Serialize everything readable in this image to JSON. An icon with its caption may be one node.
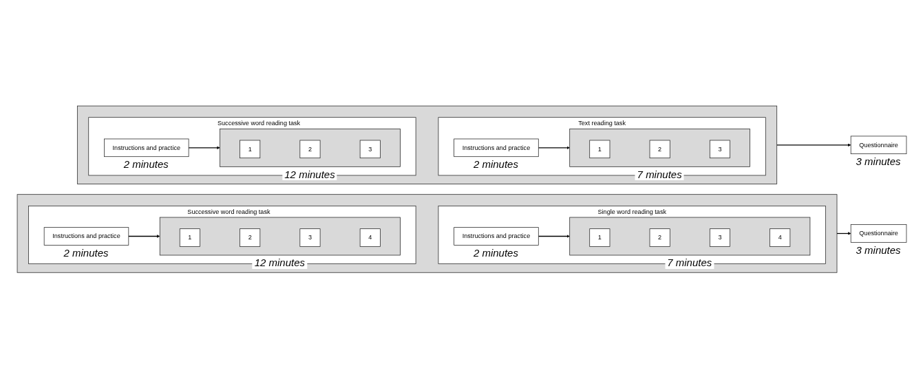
{
  "diagram": {
    "nodes": [
      {
        "text": [],
        "shape": "box"
      },
      {
        "text": [
          "Successive word reading task"
        ],
        "in": 0
      },
      {
        "text": [
          "Instructions and practice"
        ],
        "in": 1,
        "beside": [
          "2 minutes"
        ]
      },
      {
        "text": [],
        "shape": "box",
        "in": 1,
        "beside": [
          "12 minutes"
        ]
      },
      {
        "text": [
          "1"
        ],
        "in": 3
      },
      {
        "text": [
          "2"
        ],
        "in": 3
      },
      {
        "text": [
          "3"
        ],
        "in": 3
      },
      {
        "text": [
          "4"
        ],
        "in": 3
      },
      {
        "text": [
          "Single word reading task"
        ],
        "in": 0
      },
      {
        "text": [
          "Instructions and practice"
        ],
        "in": 8,
        "beside": [
          "2 minutes"
        ]
      },
      {
        "text": [],
        "shape": "box",
        "in": 8,
        "beside": [
          "7 minutes"
        ]
      },
      {
        "text": [
          "1"
        ],
        "in": 10
      },
      {
        "text": [
          "2"
        ],
        "in": 10
      },
      {
        "text": [
          "3"
        ],
        "in": 10
      },
      {
        "text": [
          "4"
        ],
        "in": 10
      },
      {
        "text": [
          "Questionnaire"
        ],
        "beside": [
          "3 minutes"
        ]
      },
      {
        "text": [],
        "shape": "box"
      },
      {
        "text": [
          "Successive word reading task"
        ],
        "in": 16
      },
      {
        "text": [
          "Instructions and practice"
        ],
        "in": 17,
        "beside": [
          "2 minutes"
        ]
      },
      {
        "text": [],
        "shape": "box",
        "in": 17,
        "beside": [
          "12 minutes"
        ]
      },
      {
        "text": [
          "1"
        ],
        "in": 19
      },
      {
        "text": [
          "2"
        ],
        "in": 19
      },
      {
        "text": [
          "3"
        ],
        "in": 19
      },
      {
        "text": [
          "Text reading task"
        ],
        "in": 16
      },
      {
        "text": [
          "Instructions and practice"
        ],
        "in": 23,
        "beside": [
          "2 minutes"
        ]
      },
      {
        "text": [],
        "shape": "box",
        "in": 23,
        "beside": [
          "7 minutes"
        ]
      },
      {
        "text": [
          "1"
        ],
        "in": 25
      },
      {
        "text": [
          "2"
        ],
        "in": 25
      },
      {
        "text": [
          "3"
        ],
        "in": 25
      },
      {
        "text": [
          "Questionnaire"
        ],
        "beside": [
          "3 minutes"
        ]
      }
    ],
    "edges": [
      {
        "from": 2,
        "to": 3,
        "arrow": "to"
      },
      {
        "from": 9,
        "to": 10,
        "arrow": "to"
      },
      {
        "from": 0,
        "to": 15,
        "arrow": "to"
      },
      {
        "from": 18,
        "to": 19,
        "arrow": "to"
      },
      {
        "from": 24,
        "to": 25,
        "arrow": "to"
      },
      {
        "from": 16,
        "to": 29,
        "arrow": "to"
      }
    ]
  }
}
